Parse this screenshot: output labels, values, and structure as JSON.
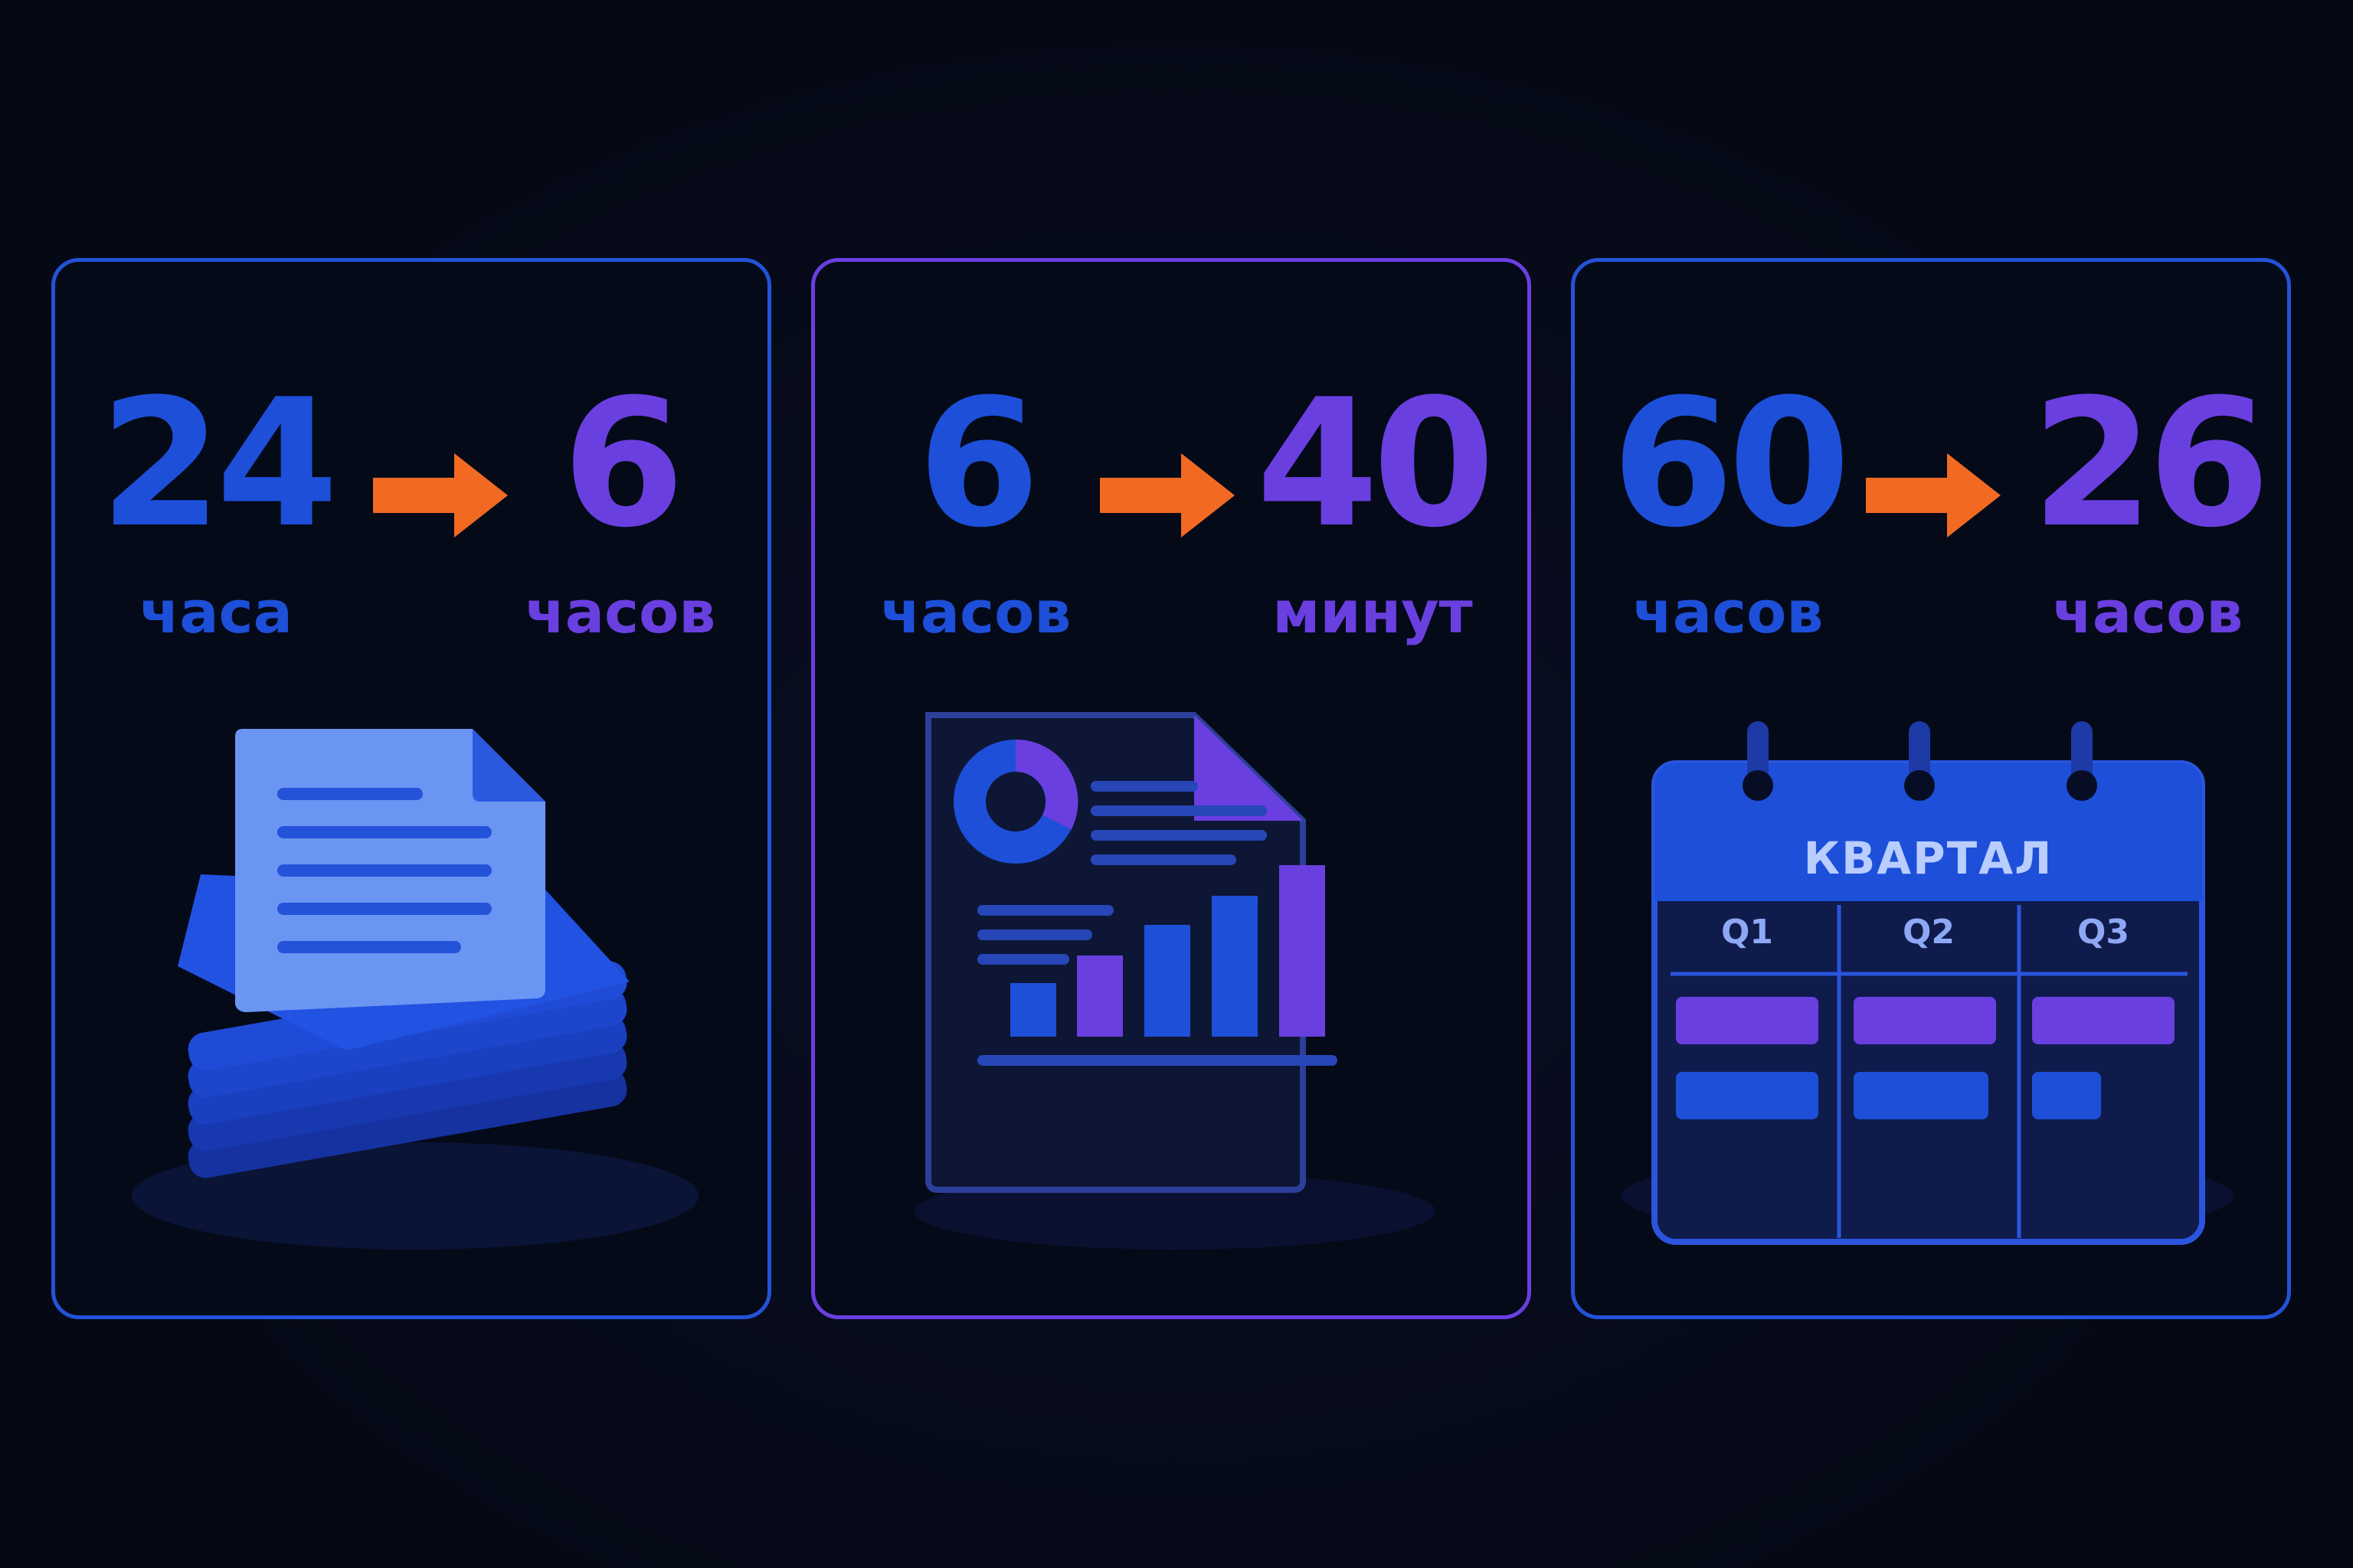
{
  "cards": [
    {
      "before_value": "24",
      "before_unit": "часа",
      "after_value": "6",
      "after_unit": "часов",
      "illustration_icon": "document-stack-icon"
    },
    {
      "before_value": "6",
      "before_unit": "часов",
      "after_value": "40",
      "after_unit": "минут",
      "illustration_icon": "report-chart-icon"
    },
    {
      "before_value": "60",
      "before_unit": "часов",
      "after_value": "26",
      "after_unit": "часов",
      "illustration_icon": "calendar-icon",
      "calendar": {
        "title": "КВАРТАЛ",
        "columns": [
          "Q1",
          "Q2",
          "Q3"
        ]
      }
    }
  ],
  "colors": {
    "background": "#050916",
    "blue": "#1d4fd9",
    "purple": "#6a3fe0",
    "arrow_orange": "#f26a22"
  }
}
